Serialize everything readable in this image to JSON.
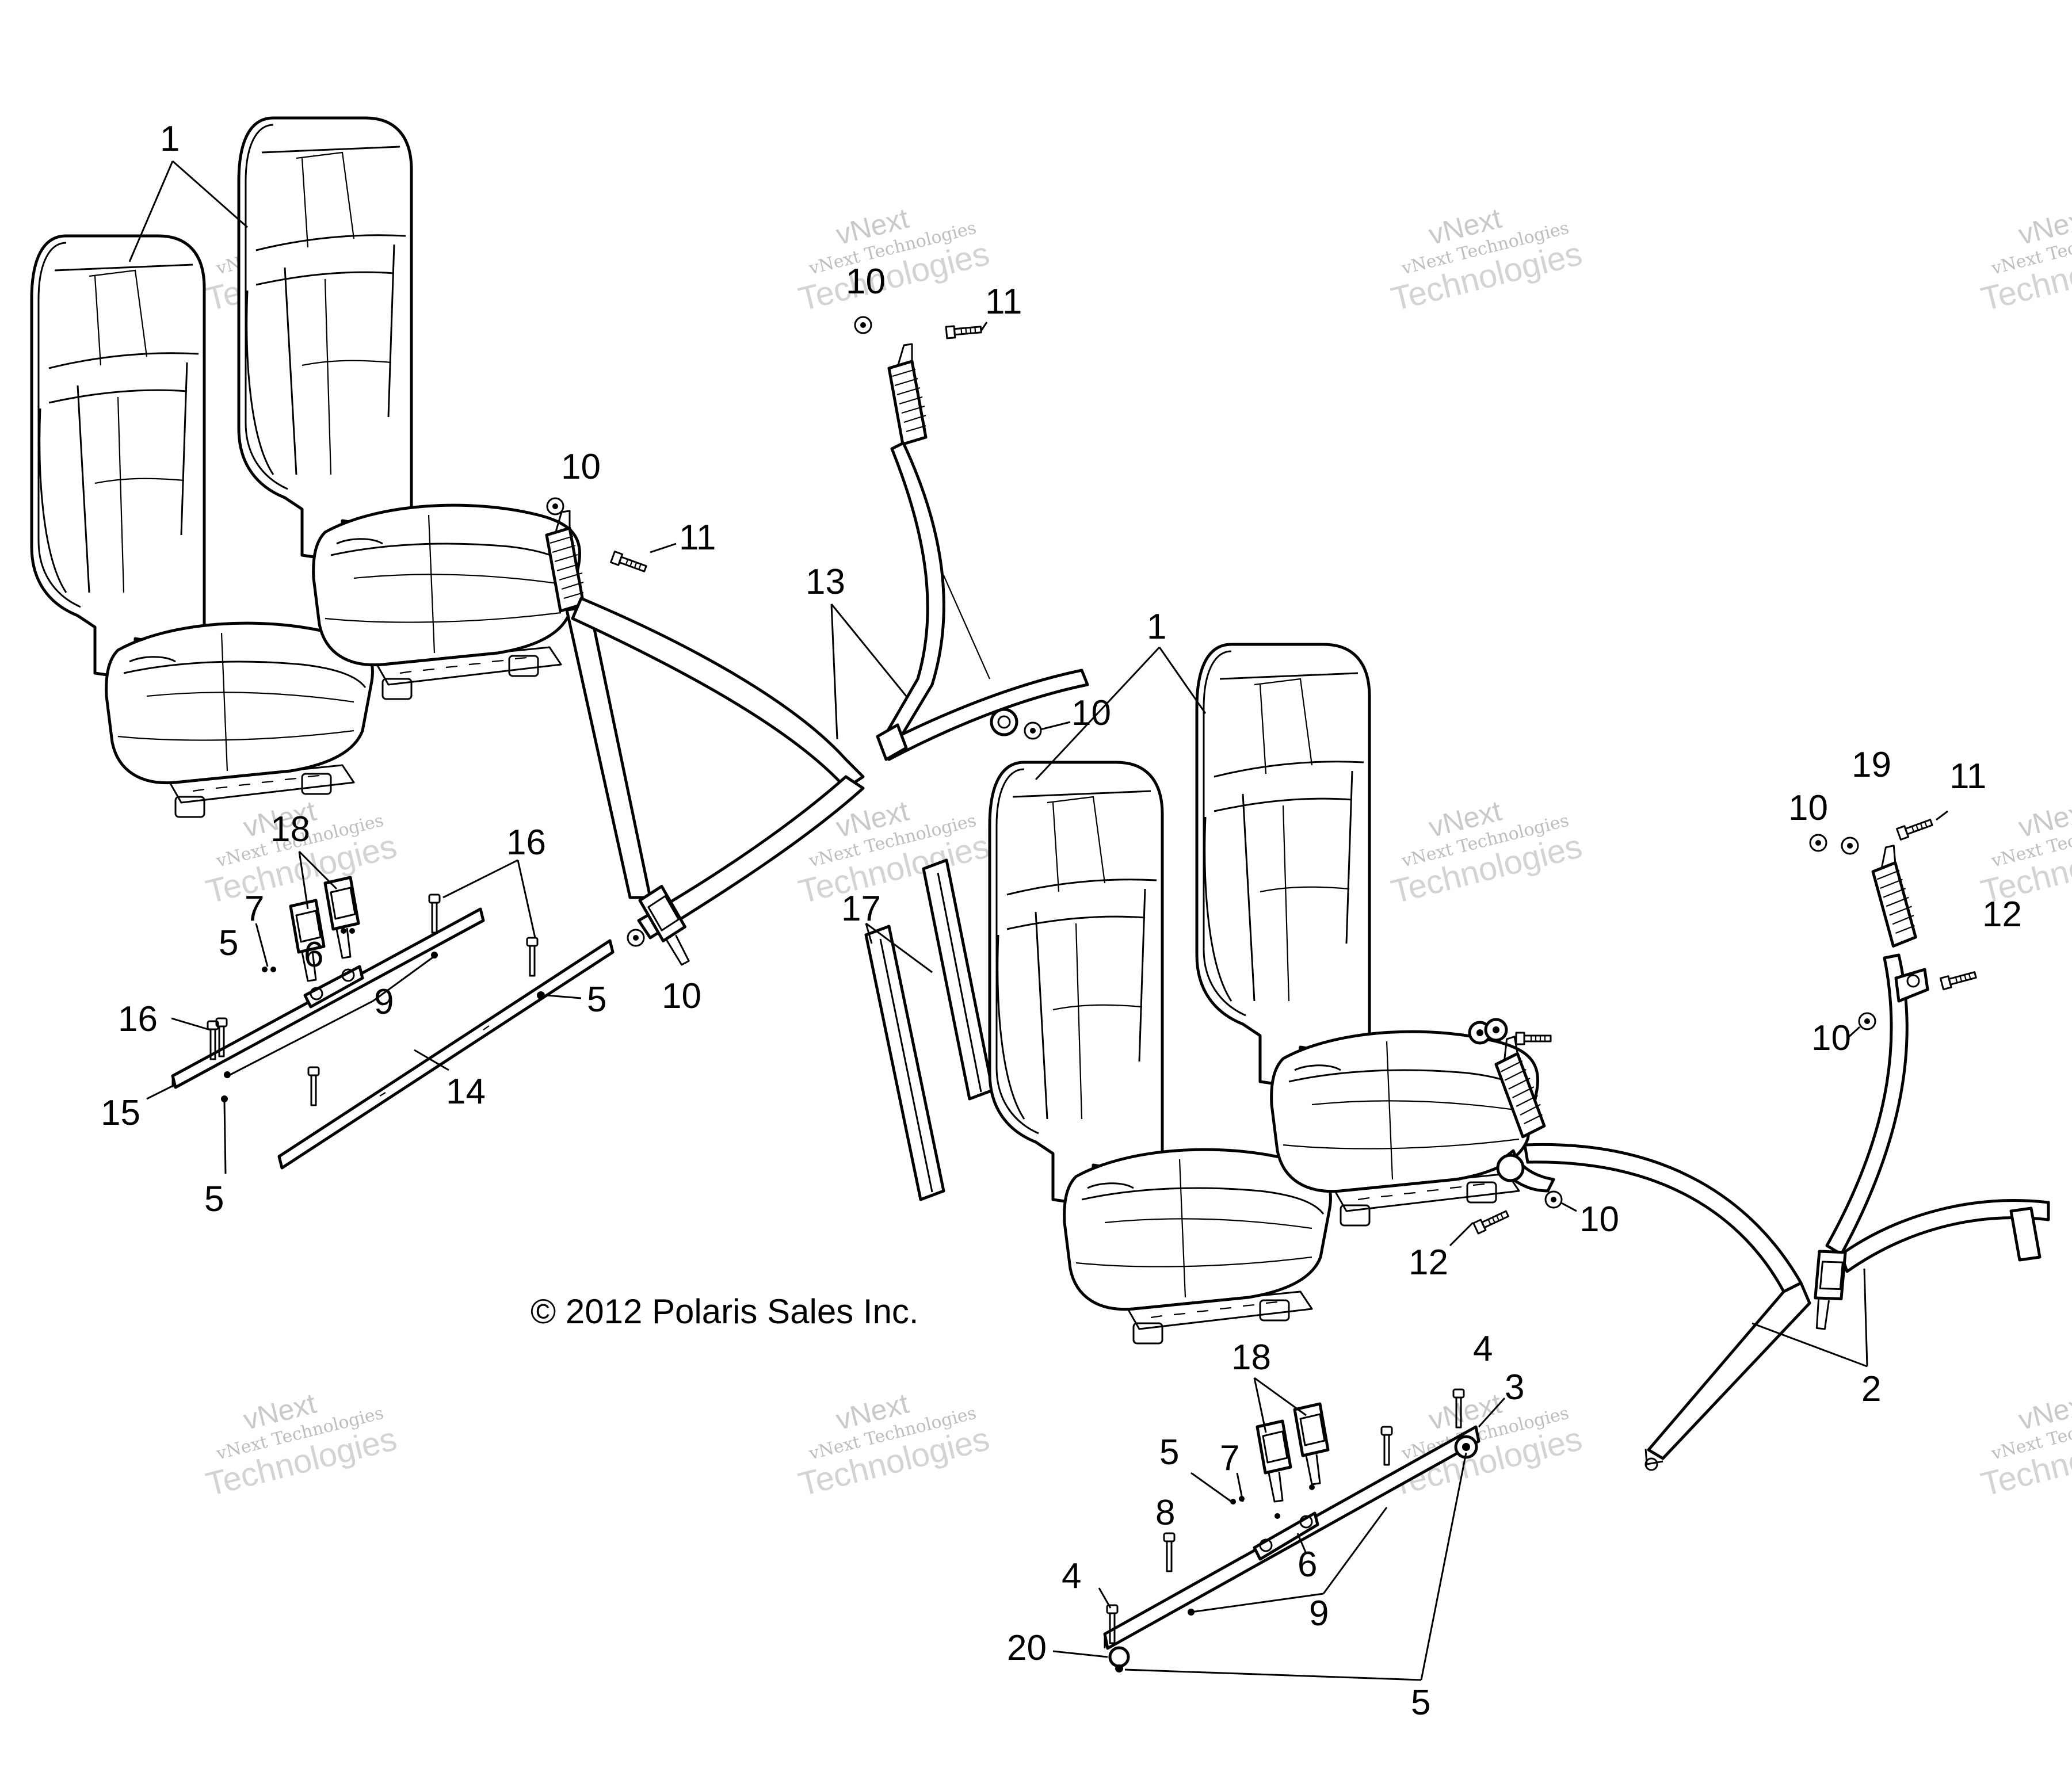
{
  "copyright": "© 2012 Polaris Sales Inc.",
  "watermark": {
    "line1": "vNext",
    "line2": "vNext Technologies",
    "line3": "Technologies"
  },
  "callouts": {
    "c1_left": "1",
    "c1_right": "1",
    "c2": "2",
    "c3": "3",
    "c4_top": "4",
    "c4_left": "4",
    "c5_a": "5",
    "c5_b": "5",
    "c5_c": "5",
    "c5_d": "5",
    "c5_e": "5",
    "c6_left": "6",
    "c6_right": "6",
    "c7_left": "7",
    "c7_right": "7",
    "c8": "8",
    "c9_left": "9",
    "c9_right": "9",
    "c10_a": "10",
    "c10_b": "10",
    "c10_c": "10",
    "c10_d": "10",
    "c10_e": "10",
    "c10_f": "10",
    "c10_g": "10",
    "c11_a": "11",
    "c11_b": "11",
    "c11_c": "11",
    "c12_a": "12",
    "c12_b": "12",
    "c13": "13",
    "c14": "14",
    "c15": "15",
    "c16_a": "16",
    "c16_b": "16",
    "c17": "17",
    "c18_left": "18",
    "c18_right": "18",
    "c19": "19",
    "c20": "20"
  }
}
